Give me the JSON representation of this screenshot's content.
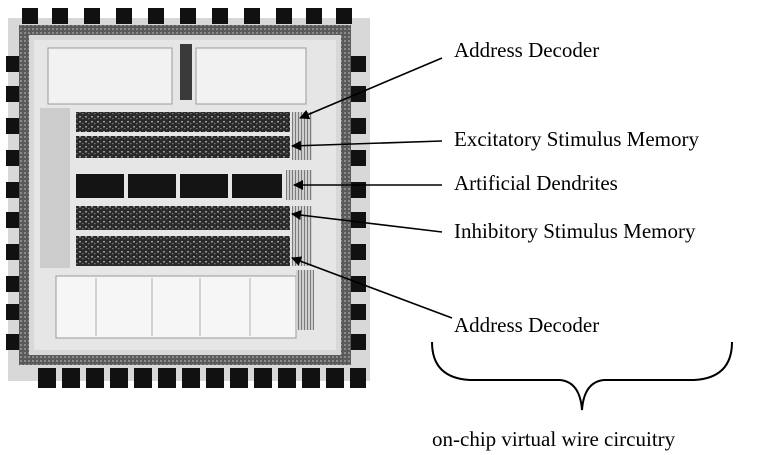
{
  "labels": {
    "address_decoder_top": "Address Decoder",
    "excitatory_memory": "Excitatory Stimulus Memory",
    "artificial_dendrites": "Artificial Dendrites",
    "inhibitory_memory": "Inhibitory Stimulus Memory",
    "address_decoder_bottom": "Address Decoder"
  },
  "caption": "on-chip virtual wire circuitry"
}
